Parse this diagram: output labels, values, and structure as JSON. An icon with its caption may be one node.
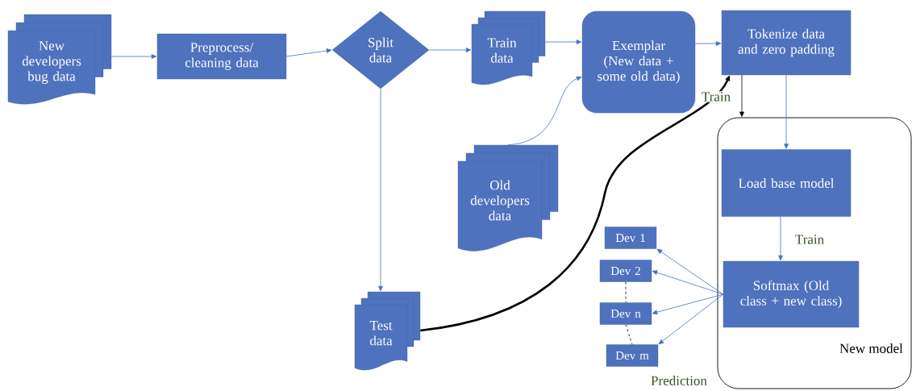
{
  "diagram": {
    "nodes": [
      {
        "text": [
          "New developers bug data"
        ]
      },
      {
        "text": [
          "Preprocess/ cleaning data"
        ]
      },
      {
        "text": [
          "Split data"
        ]
      },
      {
        "text": [
          "Train data"
        ]
      },
      {
        "text": [
          "Exemplar (New data + some old data)"
        ]
      },
      {
        "text": [
          "Tokenize data and zero padding"
        ]
      },
      {
        "text": [
          "Old developers data"
        ]
      },
      {
        "text": [
          "New model"
        ]
      },
      {
        "text": [
          "Load base model"
        ],
        "in": 7
      },
      {
        "text": [
          "Softmax (Old class + new class)"
        ],
        "in": 7
      },
      {
        "text": [
          "Test data"
        ]
      },
      {
        "text": [
          "Dev 1"
        ]
      },
      {
        "text": [
          "Dev 2"
        ]
      },
      {
        "text": [
          "Dev n"
        ]
      },
      {
        "text": [
          "Dev m"
        ]
      }
    ],
    "edges": [
      {
        "from": 0,
        "to": 1,
        "arrow": "to"
      },
      {
        "from": 1,
        "to": 2,
        "arrow": "to"
      },
      {
        "from": 2,
        "to": 3,
        "arrow": "to"
      },
      {
        "from": 3,
        "to": 4,
        "arrow": "to"
      },
      {
        "from": 6,
        "to": 4,
        "arrow": "to"
      },
      {
        "from": 4,
        "to": 5,
        "arrow": "to"
      },
      {
        "from": 2,
        "to": 10,
        "arrow": "to"
      },
      {
        "from": 10,
        "to": 5,
        "arrow": "to",
        "style": "thick",
        "color": "#000000"
      },
      {
        "from": 5,
        "to": 7,
        "arrow": "to",
        "label": "Train",
        "color": "#000000"
      },
      {
        "from": 5,
        "to": 8,
        "arrow": "to"
      },
      {
        "from": 8,
        "to": 9,
        "arrow": "to",
        "label": "Train"
      },
      {
        "from": 9,
        "to": 11,
        "arrow": "to"
      },
      {
        "from": 9,
        "to": 12,
        "arrow": "to"
      },
      {
        "from": 9,
        "to": 13,
        "arrow": "to"
      },
      {
        "from": 9,
        "to": 14,
        "arrow": "to"
      },
      {
        "from": 12,
        "to": 13,
        "arrow": "none",
        "style": "dashed",
        "color": "#000000"
      },
      {
        "from": 13,
        "to": 14,
        "arrow": "none",
        "style": "dashed",
        "color": "#000000"
      }
    ],
    "labels": [
      "Prediction"
    ]
  }
}
